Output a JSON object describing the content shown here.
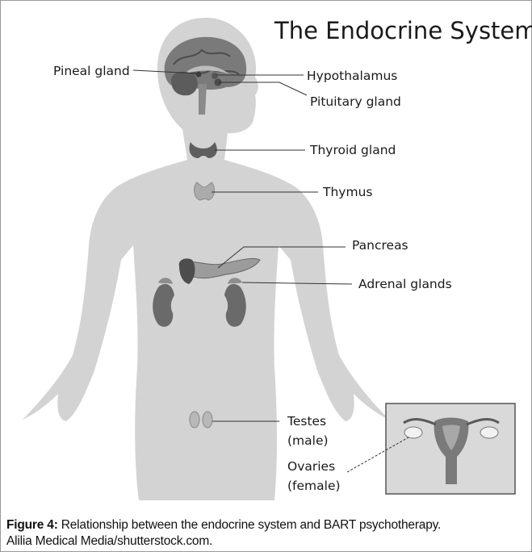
{
  "title": "The Endocrine System",
  "labels": {
    "pineal": "Pineal gland",
    "hypothalamus": "Hypothalamus",
    "pituitary": "Pituitary gland",
    "thyroid": "Thyroid gland",
    "thymus": "Thymus",
    "pancreas": "Pancreas",
    "adrenal": "Adrenal glands",
    "testes_1": "Testes",
    "testes_2": "(male)",
    "ovaries_1": "Ovaries",
    "ovaries_2": "(female)"
  },
  "caption": {
    "figure_label": "Figure 4:",
    "text": " Relationship between the endocrine system and BART psychotherapy.",
    "credit": "Alilia Medical Media/shutterstock.com."
  },
  "colors": {
    "body_silhouette": "#d3d3d3",
    "organ_dark": "#6e6e6e",
    "organ_mid": "#9a9a9a",
    "leader_line": "#333333"
  }
}
